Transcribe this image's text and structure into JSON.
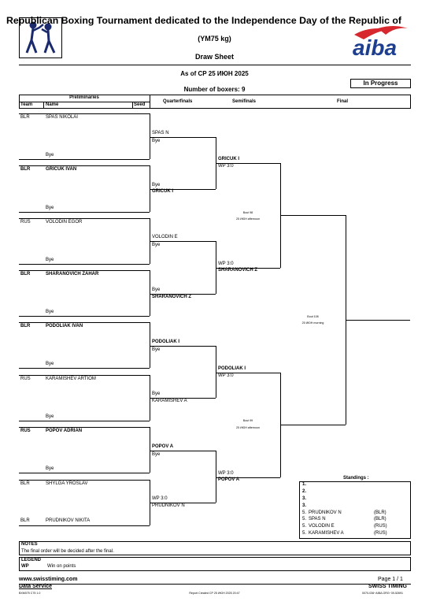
{
  "header": {
    "title": "Republican Boxing Tournament dedicated to the Independence Day of the Republic of",
    "category": "(YM75 kg)",
    "sheet": "Draw Sheet",
    "asof": "As of СР 25 ИЮН 2025",
    "boxers": "Number of boxers: 9",
    "status": "In Progress",
    "brand": "aiba"
  },
  "columns": {
    "prelim": "Preliminaries",
    "team": "Team",
    "name": "Name",
    "seed": "Seed",
    "qf": "Quarterfinals",
    "sf": "Semifinals",
    "final": "Final"
  },
  "r1": [
    {
      "team": "BLR",
      "name": "SPAS NIKOLAI",
      "bye": "Bye"
    },
    {
      "team": "BLR",
      "name": "GRICUK IVAN",
      "bye": "Bye"
    },
    {
      "team": "RUS",
      "name": "VOLODIN EGOR",
      "bye": "Bye"
    },
    {
      "team": "BLR",
      "name": "SHARANOVICH ZAHAR",
      "bye": "Bye"
    },
    {
      "team": "BLR",
      "name": "PODOLIAK IVAN",
      "bye": "Bye"
    },
    {
      "team": "RUS",
      "name": "KARAMISHEV ARTIOM",
      "bye": "Bye"
    },
    {
      "team": "RUS",
      "name": "POPOV ADRIAN",
      "bye": "Bye"
    },
    {
      "team": "BLR",
      "name": "SHYLGA YROSLAV",
      "bye": ""
    },
    {
      "team": "BLR",
      "name": "PRUDNIKOV NIKITA",
      "bye": ""
    }
  ],
  "qf": [
    {
      "top": "SPAS N",
      "sub": "Bye"
    },
    {
      "top": "Bye",
      "sub": "GRICUK I"
    },
    {
      "top": "VOLODIN E",
      "sub": "Bye"
    },
    {
      "top": "Bye",
      "sub": "SHARANOVICH Z"
    },
    {
      "top": "PODOLIAK I",
      "sub": "Bye"
    },
    {
      "top": "Bye",
      "sub": "KARAMISHEV A"
    },
    {
      "top": "POPOV A",
      "sub": "Bye"
    },
    {
      "top": "WP 3:0",
      "sub": "PRUDNIKOV N"
    }
  ],
  "sf": [
    {
      "top": "GRICUK I",
      "sub": "WP 3:0"
    },
    {
      "top": "WP 3:0",
      "sub": "SHARANOVICH Z"
    },
    {
      "top": "PODOLIAK I",
      "sub": "WP 3:0"
    },
    {
      "top": "WP 3:0",
      "sub": "POPOV A"
    }
  ],
  "bouts": [
    {
      "num": "Bout 98",
      "when": "25 ИЮН afternoon"
    },
    {
      "num": "Bout 99",
      "when": "25 ИЮН afternoon"
    },
    {
      "num": "Bout 108",
      "when": "25 ИЮН morning"
    }
  ],
  "standings": {
    "title": "Standings :",
    "rows": [
      {
        "rank": "1.",
        "name": "",
        "noc": ""
      },
      {
        "rank": "2.",
        "name": "",
        "noc": ""
      },
      {
        "rank": "3.",
        "name": "",
        "noc": ""
      },
      {
        "rank": "3.",
        "name": "",
        "noc": ""
      },
      {
        "rank": "5.",
        "name": "PRUDNIKOV N",
        "noc": "(BLR)"
      },
      {
        "rank": "5.",
        "name": "SPAS N",
        "noc": "(BLR)"
      },
      {
        "rank": "5.",
        "name": "VOLODIN E",
        "noc": "(RUS)"
      },
      {
        "rank": "5.",
        "name": "KARAMISHEV A",
        "noc": "(RUS)"
      }
    ]
  },
  "notes": {
    "label": "NOTES",
    "text": "The final order will be decided after the final.",
    "legend_label": "LEGEND",
    "legend_code": "WP",
    "legend_text": "Win on points"
  },
  "footer": {
    "site": "www.swisstiming.com",
    "service": "Data Service",
    "page": "Page 1 / 1",
    "company": "SWISS TIMING",
    "left_code": "BXM075 C75 1.0",
    "report": "Report Created  СР 25 ИЮН 2025 20:47",
    "right_code": "0070-036~AIBA.ORG~39-52691"
  }
}
